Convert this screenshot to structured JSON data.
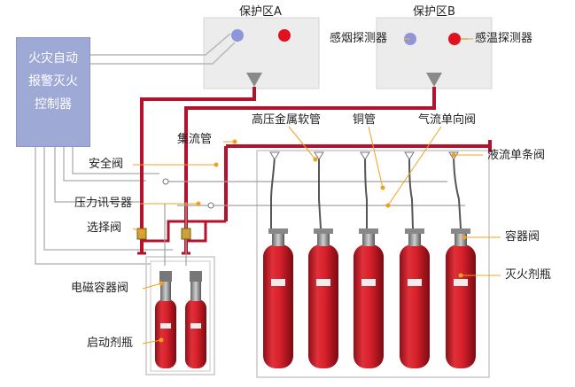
{
  "controller": {
    "lines": [
      "火灾自动",
      "报警灭火",
      "控制器"
    ]
  },
  "zones": {
    "a": {
      "title": "保护区A"
    },
    "b": {
      "title": "保护区B",
      "smoke_detector": "感烟探测器",
      "heat_detector": "感温探测器"
    }
  },
  "labels": {
    "manifold": "集流管",
    "hose": "高压金属软管",
    "copper_pipe": "铜管",
    "check_valve_air": "气流单向阀",
    "check_valve_liquid": "液流单条阀",
    "safety_valve": "安全阀",
    "pressure_signal": "压力讯号器",
    "selector_valve": "选择阀",
    "container_valve": "容器阀",
    "agent_bottle": "灭火剂瓶",
    "solenoid_valve": "电磁容器阀",
    "starter_bottle": "启动剂瓶"
  },
  "colors": {
    "pipe_red": "#b3122d",
    "bottle_red": "#d3202b",
    "detector_blue": "#8d96d8",
    "detector_red": "#e0121e",
    "controller": "#9fa9d6",
    "zone_panel": "#ececec",
    "frame_gray": "#c8c8c8",
    "leader_orange": "#f0a020"
  }
}
